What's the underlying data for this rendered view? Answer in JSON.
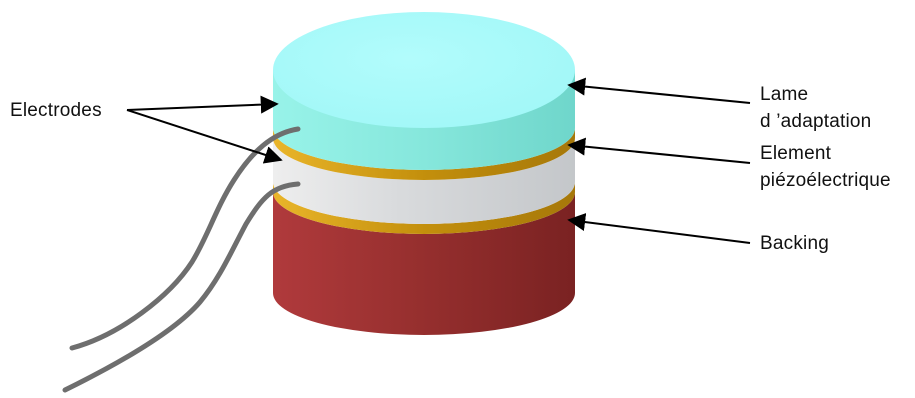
{
  "labels": {
    "electrodes": "Electrodes",
    "matching_layer_line1": "Lame",
    "matching_layer_line2": "d ’adaptation",
    "piezo_line1": "Element",
    "piezo_line2": "piézoélectrique",
    "backing": "Backing"
  },
  "colors": {
    "matching_layer_top": "#a8fbfb",
    "matching_layer_side": "#83e6dc",
    "electrode_gold": "#c7960f",
    "piezo_element": "#d6d8da",
    "backing": "#8c2a2a",
    "wire": "#6e6e6e",
    "arrow": "#000000"
  }
}
